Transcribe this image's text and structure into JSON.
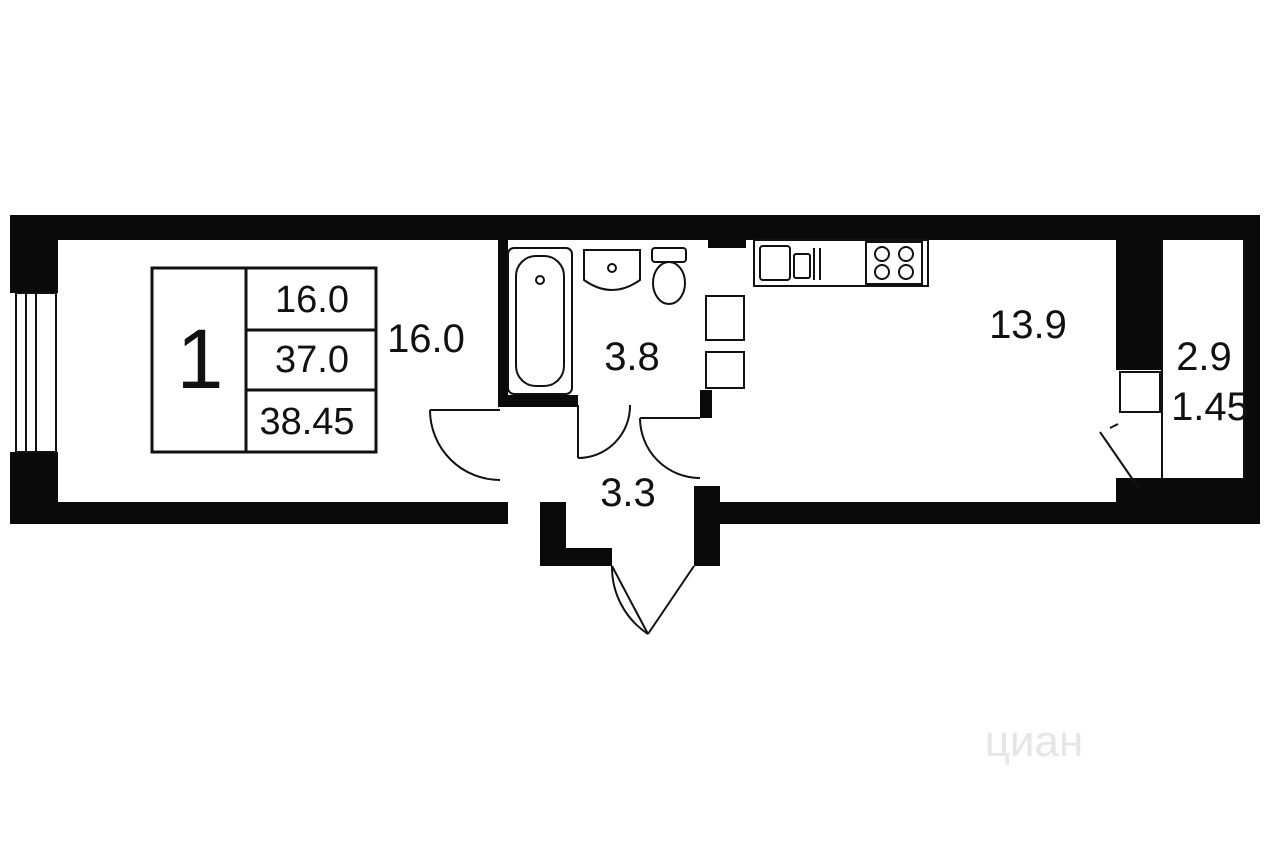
{
  "colors": {
    "wall": "#0a0a0a",
    "background": "#ffffff",
    "watermark": "#e6e6e6"
  },
  "summary": {
    "rooms": "1",
    "living_area": "16.0",
    "total_area": "37.0",
    "total_with_balcony": "38.45"
  },
  "rooms": {
    "living_room": "16.0",
    "bathroom": "3.8",
    "hallway": "3.3",
    "kitchen": "13.9",
    "balcony_area": "2.9",
    "balcony_reduced": "1.45"
  },
  "fixtures": [
    "bathtub-icon",
    "sink-icon",
    "toilet-icon",
    "kitchen-sink-icon",
    "stove-icon",
    "door-icon",
    "window-icon"
  ],
  "watermark": "циан"
}
